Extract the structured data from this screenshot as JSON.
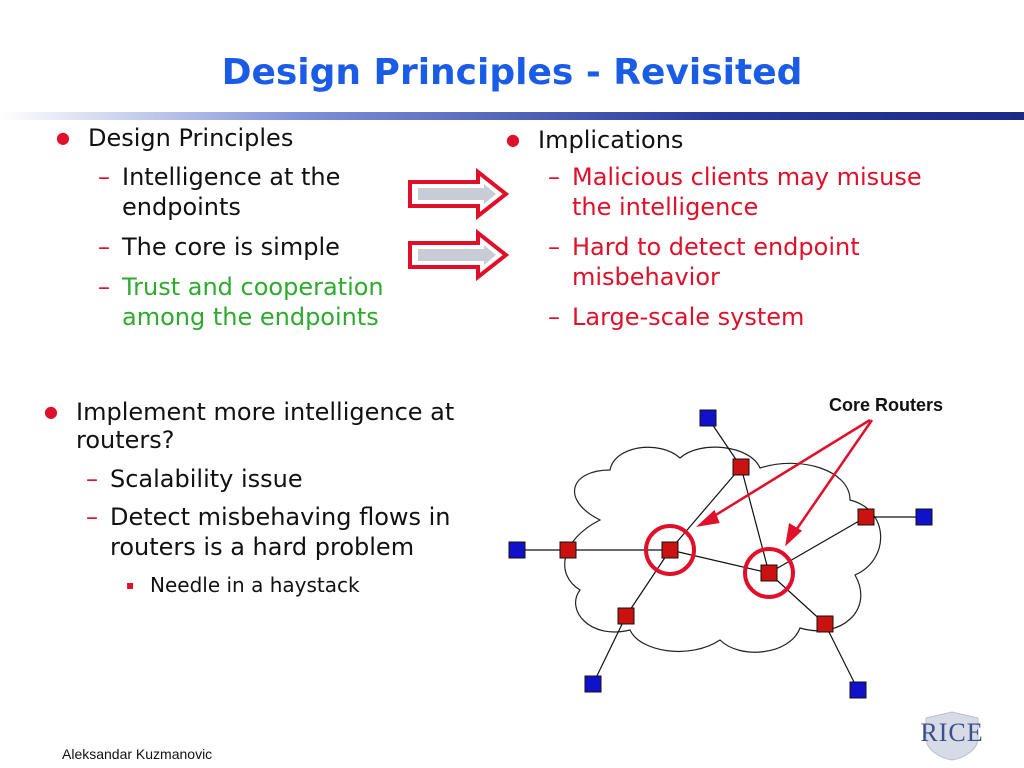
{
  "slide": {
    "title": "Design Principles - Revisited",
    "footer": "Aleksandar Kuzmanovic",
    "logo_text": "RICE"
  },
  "left_top": {
    "heading": "Design Principles",
    "items": [
      {
        "text": "Intelligence at the endpoints",
        "color": "#111111"
      },
      {
        "text": "The core is simple",
        "color": "#111111"
      },
      {
        "text": "Trust and cooperation among the endpoints",
        "color": "#2eaa2e"
      }
    ]
  },
  "right_top": {
    "heading": "Implications",
    "items": [
      {
        "text": "Malicious clients may misuse the intelligence",
        "color": "#e0102a"
      },
      {
        "text": "Hard to detect endpoint misbehavior",
        "color": "#e0102a"
      },
      {
        "text": "Large-scale system",
        "color": "#e0102a"
      }
    ]
  },
  "left_bottom": {
    "heading": "Implement more intelligence at routers?",
    "items": [
      {
        "text": "Scalability issue"
      },
      {
        "text": "Detect misbehaving flows in routers is a hard problem"
      }
    ],
    "subitems": [
      {
        "text": "Needle in a haystack"
      }
    ]
  },
  "diagram": {
    "label": "Core Routers",
    "colors": {
      "router": "#cc1111",
      "endpoint": "#1111cc",
      "highlight": "#e0102a",
      "arrow": "#e0102a"
    }
  }
}
